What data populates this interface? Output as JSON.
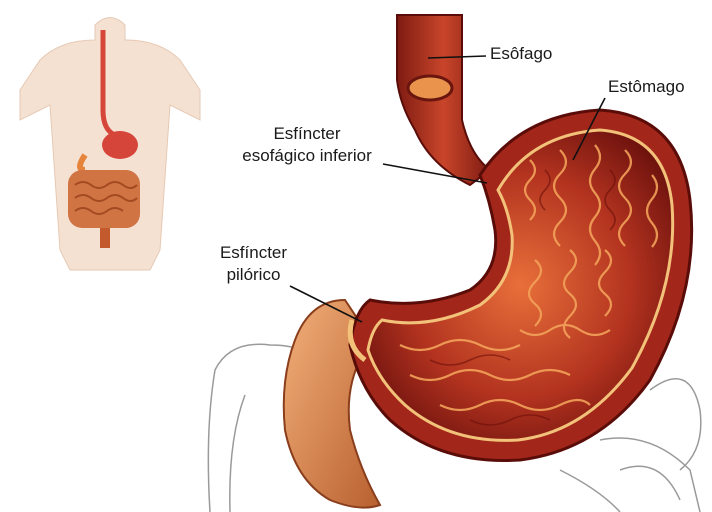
{
  "labels": {
    "esophagus": "Esôfago",
    "stomach": "Estômago",
    "lower_sphincter": [
      "Esfíncter",
      "esofágico inferior"
    ],
    "pyloric_sphincter": [
      "Esfíncter",
      "pilórico"
    ]
  },
  "colors": {
    "stomach_outer": "#a3261b",
    "stomach_inner": "#7a1410",
    "rugae": "#f2a25a",
    "duodenum": "#d98a55",
    "intestine_outline": "#9a9a9a",
    "skin": "#f3dccb",
    "leader_line": "#111111"
  }
}
